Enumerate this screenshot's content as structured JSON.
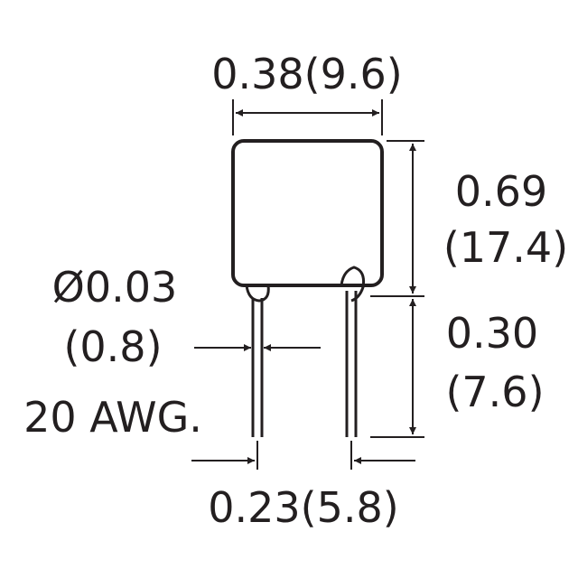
{
  "diagram": {
    "line_color": "#231f20",
    "background": "#ffffff",
    "dimensions": {
      "width": "0.38(9.6)",
      "height_in": "0.69",
      "height_mm": "(17.4)",
      "lead_length_in": "0.30",
      "lead_length_mm": "(7.6)",
      "lead_dia_in": "Ø0.03",
      "lead_dia_mm": "(0.8)",
      "lead_gauge": "20 AWG.",
      "lead_spacing": "0.23(5.8)"
    }
  }
}
